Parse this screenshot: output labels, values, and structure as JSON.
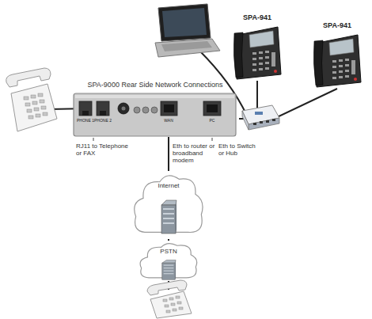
{
  "diagram": {
    "nodes": [
      {
        "text": [
          "SPA-941"
        ]
      },
      {
        "text": [
          "SPA-941"
        ]
      },
      {
        "text": [
          "SPA-9000 Rear Side Network Connections"
        ]
      },
      {
        "text": [
          "Internet"
        ]
      },
      {
        "text": [
          "PSTN"
        ]
      }
    ],
    "edges": [
      {
        "from": 2,
        "to": 0,
        "arrow": "none"
      },
      {
        "from": 2,
        "to": 1,
        "arrow": "none"
      },
      {
        "from": 2,
        "to": 3,
        "arrow": "none"
      },
      {
        "from": 3,
        "to": 4,
        "arrow": "none"
      }
    ],
    "labels": [
      "PHONE 1",
      "PHONE 2",
      "WAN",
      "PC",
      "RJ11 to Telephone or FAX",
      "Eth to router or broadband modem",
      "Eth to Switch or Hub"
    ]
  }
}
